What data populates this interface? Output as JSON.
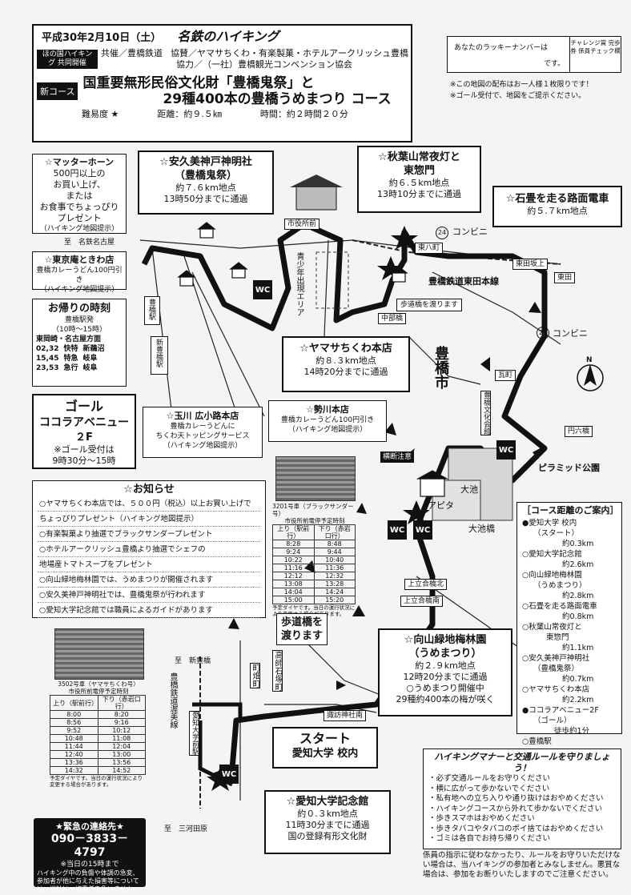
{
  "header": {
    "date": "平成30年2月10日（土）",
    "event": "名鉄のハイキング",
    "organizer_badge": "ほの国ハイキング 共同開催",
    "host": "共催／豊橋鉄道",
    "sponsors": "協賛／ヤマサちくわ・有楽製菓・ホテルアークリッシュ豊橋",
    "cooperation": "協力／（一社）豊橋観光コンベンション協会",
    "new_course_badge": "新コース",
    "title_line1": "国重要無形民俗文化財「豊橋鬼祭」と",
    "title_line2": "29種400本の豊橋うめまつり コース",
    "difficulty": "難易度 ★",
    "distance": "距離：約９.５㎞",
    "time": "時間：約２時間２０分"
  },
  "lucky": {
    "label": "あなたのラッキーナンバーは",
    "suffix": "です。",
    "check_label": "チャレンジ賞 完歩券 係員チェック欄",
    "note1": "※この地図の配布はお一人様１枚限りです！",
    "note2": "※ゴール受付で、地図をご提示ください。"
  },
  "callouts": {
    "matterhorn": [
      "☆マッターホーン",
      "500円以上の",
      "お買い上げ、",
      "または",
      "お食事でちょっぴり",
      "プレゼント",
      "（ハイキング地図提示）"
    ],
    "tokiwa": [
      "☆東京庵ときわ店",
      "豊橋カレーうどん100円引き",
      "（ハイキング地図提示）"
    ],
    "akumi": [
      "☆安久美神戸神明社",
      "（豊橋鬼祭）",
      "約７.６km地点",
      "13時50分までに通過"
    ],
    "akibasan": [
      "☆秋葉山常夜灯と",
      "東惣門",
      "約６.５km地点",
      "13時10分までに通過"
    ],
    "ishidatami": [
      "☆石畳を走る路面電車",
      "約５.７km地点"
    ],
    "yamasa": [
      "☆ヤマサちくわ本店",
      "約８.３km地点",
      "14時20分までに通過"
    ],
    "seikawa": [
      "☆勢川本店",
      "豊橋カレーうどん100円引き",
      "（ハイキング地図提示）"
    ],
    "tamagawa": [
      "☆玉川 広小路本店",
      "豊橋カレーうどんに",
      "ちくわ天トッピングサービス",
      "（ハイキング地図提示）"
    ],
    "goal": [
      "ゴール",
      "ココラアベニュー",
      "２F",
      "※ゴール受付は",
      "9時30分～15時"
    ],
    "mukaiyama": [
      "☆向山緑地梅林園",
      "（うめまつり）",
      "約２.９km地点",
      "12時20分までに通過",
      "○うめまつり開催中",
      "29種約400本の梅が咲く"
    ],
    "start": [
      "スタート",
      "愛知大学 校内"
    ],
    "kinenkan": [
      "☆愛知大学記念館",
      "約０.３km地点",
      "11時30分までに通過",
      "国の登録有形文化財"
    ],
    "hodokyo": [
      "歩道橋を",
      "渡ります"
    ],
    "hodokyo2": "歩道橋を渡ります"
  },
  "kaeri": {
    "title": "お帰りの時刻",
    "sub1": "豊橋駅発",
    "sub2": "（10時～15時）",
    "dir": "東岡崎・名古屋方面",
    "rows": [
      [
        "02,32",
        "快特",
        "新鵜沼"
      ],
      [
        "15,45",
        "特急",
        "岐阜"
      ],
      [
        "23,53",
        "急行",
        "岐阜"
      ]
    ]
  },
  "notice": {
    "title": "☆お知らせ",
    "items": [
      "○ヤマサちくわ本店では、５００円（税込）以上お買い上げで",
      "ちょっぴりプレゼント（ハイキング地図提示）",
      "○有楽製菓より抽選でブラックサンダープレゼント",
      "○ホテルアークリッシュ豊橋より抽選でシェフの",
      "地場産トマトスープをプレゼント",
      "○向山緑地梅林園では、うめまつりが開催されます",
      "○安久美神戸神明社では、豊橋鬼祭が行われます",
      "○愛知大学記念館では職員によるガイドがあります"
    ]
  },
  "timetable1": {
    "caption": "3201号車（ブラックサンダー号）",
    "sub": "市役所前電停予定時刻",
    "head": [
      "上り（駅前行）",
      "下り（赤岩口行）"
    ],
    "rows": [
      [
        "8:28",
        "8:48"
      ],
      [
        "9:24",
        "9:44"
      ],
      [
        "10:22",
        "10:40"
      ],
      [
        "11:16",
        "11:36"
      ],
      [
        "12:12",
        "12:32"
      ],
      [
        "13:08",
        "13:28"
      ],
      [
        "14:04",
        "14:24"
      ],
      [
        "15:00",
        "15:20"
      ]
    ],
    "foot": "予定ダイヤです。当日の運行状況により変更する場合があります。"
  },
  "timetable2": {
    "caption": "3502号車（ヤマサちくわ号）",
    "sub": "市役所前電停予定時刻",
    "head": [
      "上り（駅前行）",
      "下り（赤岩口行）"
    ],
    "rows": [
      [
        "8:00",
        "8:20"
      ],
      [
        "8:56",
        "9:16"
      ],
      [
        "9:52",
        "10:12"
      ],
      [
        "10:48",
        "11:08"
      ],
      [
        "11:44",
        "12:04"
      ],
      [
        "12:40",
        "13:00"
      ],
      [
        "13:36",
        "13:56"
      ],
      [
        "14:32",
        "14:52"
      ]
    ],
    "foot": "予定ダイヤです。当日の運行状況により変更する場合があります。"
  },
  "distance_guide": {
    "title": "［コース距離のご案内］",
    "items": [
      "●愛知大学 校内",
      "（スタート）",
      "約0.3km",
      "○愛知大学記念館",
      "約2.6km",
      "○向山緑地梅林園",
      "（うめまつり）",
      "約2.8km",
      "○石畳を走る路面電車",
      "約0.8km",
      "○秋葉山常夜灯と",
      "東惣門",
      "約1.1km",
      "○安久美神戸神明社",
      "（豊橋鬼祭）",
      "約0.7km",
      "○ヤマサちくわ本店",
      "約2.2km",
      "●ココラアベニュー2F",
      "（ゴール）",
      "徒歩約1分",
      "○豊橋駅"
    ]
  },
  "rules": {
    "title": "ハイキングマナーと交通ルールを守りましょう！",
    "items": [
      "・必ず交通ルールをお守りください",
      "・横に広がって歩かないでください",
      "・私有地への立ち入りや通り抜けはおやめください",
      "・ハイキングコースから外れて歩かないでください",
      "・歩きスマホはおやめください",
      "・歩きタバコやタバコのポイ捨てはおやめください",
      "・ゴミは各自でお持ち帰りください"
    ],
    "footer": "係員の指示に従わなかったり、ルールをお守りいただけない場合は、当ハイキングの参加者とみなしません。悪質な場合は、参加をお断りいたしますのでご注意ください。"
  },
  "emergency": {
    "title": "★緊急の連絡先★",
    "phone": "090－3833－4797",
    "note": "※当日の15時まで",
    "disclaimer": "ハイキング中の負傷や体調の急変、参加者が他に与えた損害等については、当社は一切責任を負いません。"
  },
  "map_labels": {
    "city": "豊橋市",
    "meitetsu": "至　名鉄名古屋",
    "shiyakusho": "市役所前",
    "seikyo": "青少年出現エリア",
    "higashihachicho": "東八町",
    "higashidasakaue": "東田坂上",
    "higashida": "東田",
    "line": "豊橋鉄道東田本線",
    "chubu": "中部橋",
    "konbini1": "コンビニ",
    "konbini2": "コンビニ",
    "kawaracho": "瓦町",
    "rokkaku": "円六橋",
    "bunka": "豊橋文化会館",
    "pyramid": "ピラミッド公園",
    "oike": "大池",
    "oikebashi": "大池橋",
    "apita": "アピタ",
    "kamigoai_n": "上立合橋北",
    "kamigoai_m": "上立合橋南",
    "shintoyohashi": "至　新豊橋",
    "atsumi": "豊橋鉄道渥美線",
    "machihata": "町畑町",
    "takashi": "高師石塚町",
    "aidaimae": "愛知大学前駅",
    "suwa": "諏訪神社南",
    "mikawatawara": "至　三河田原",
    "toyohashi_st": "豊橋駅",
    "shintoyohashi_st": "新豊橋駅",
    "north": "N",
    "route24": "24",
    "caution": "横断注意"
  },
  "toilet": "WC"
}
